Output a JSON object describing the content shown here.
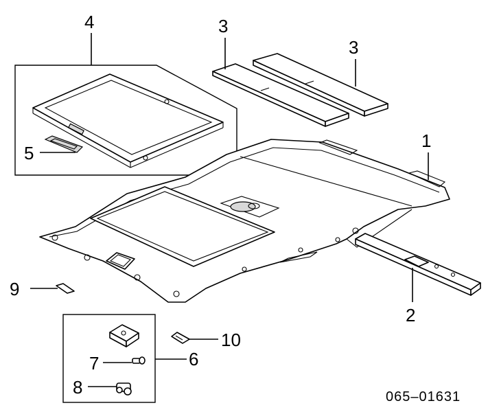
{
  "callouts": {
    "c1": "1",
    "c2": "2",
    "c3a": "3",
    "c3b": "3",
    "c4": "4",
    "c5": "5",
    "c6": "6",
    "c7": "7",
    "c8": "8",
    "c9": "9",
    "c10": "10"
  },
  "diagram_code": "065–01631"
}
